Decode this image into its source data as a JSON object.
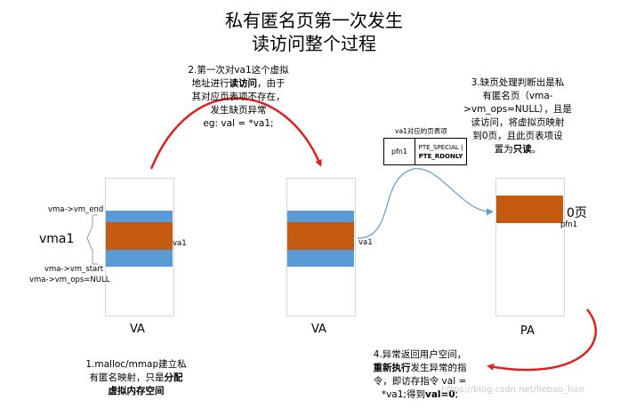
{
  "title": [
    "私有匿名页第一次发生",
    "读访问整个过程"
  ],
  "notes": {
    "step1": [
      "1.malloc/mmap建立私",
      "有匿名映射，只是分配",
      "虚拟内存空间"
    ],
    "step2": [
      "2.第一次对va1这个虚拟",
      "地址进行读访问，由于",
      "其对应页表项不存在，",
      "发生缺页异常",
      "eg: val = *va1;"
    ],
    "step3": [
      "3.缺页处理判断出是私",
      "有匿名页（vma-",
      ">vm_ops=NULL），且是",
      "读访问，将虚拟页映射",
      "到0页，且此页表项设",
      "置为只读。"
    ],
    "step4": [
      "4.异常返回用户空间，",
      "重新执行发生异常的指",
      "令，即访存指令 val =",
      "*va1;得到val=0;"
    ]
  },
  "labels": {
    "vma_end": "vma->vm_end",
    "vma1": "vma1",
    "vma_start": "vma->vm_start",
    "vm_ops": "vma->vm_ops=NULL",
    "va1_left": "va1",
    "va1_mid": "va1",
    "va_left": "VA",
    "va_mid": "VA",
    "pa": "PA",
    "zero_page": "0页",
    "pfn1_right": "pfn1",
    "pte_caption": "va1对应的页表项",
    "pte_pfn": "pfn1",
    "pte_flag1": "PTE_SPECIAL |",
    "pte_flag2": "PTE_RDONLY"
  },
  "watermark": "https://blog.csdn.net/liebao_han",
  "colors": {
    "blue": "#5b9bd5",
    "orange": "#c55a11",
    "arrow_red": "#e02020",
    "link_blue": "#5b9bd5"
  }
}
